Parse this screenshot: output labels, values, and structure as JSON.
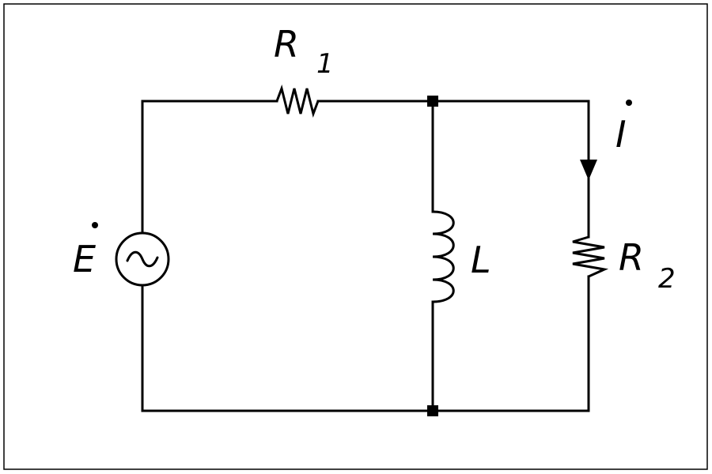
{
  "labels": {
    "r1_main": "R",
    "r1_sub": "1",
    "r2_main": "R",
    "r2_sub": "2",
    "inductor": "L",
    "source": "E",
    "current": "I",
    "source_symbol": "~"
  },
  "components": {
    "resistor_r1": "resistor-icon",
    "resistor_r2": "resistor-icon",
    "inductor_l": "inductor-icon",
    "ac_source": "ac-source-icon",
    "current_arrow": "arrow-down-icon",
    "junction_nodes": "junction-dot-icon"
  },
  "colors": {
    "stroke": "#000000",
    "background": "#ffffff"
  }
}
